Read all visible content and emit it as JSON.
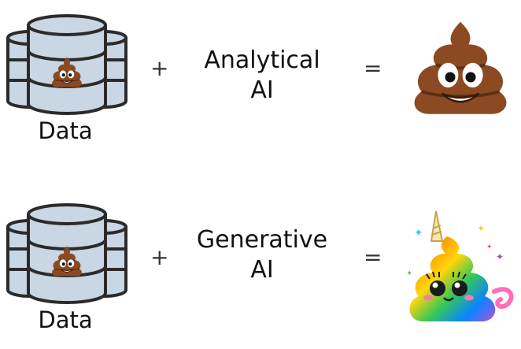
{
  "rows": [
    {
      "data_label": "Data",
      "plus": "+",
      "model_line1": "Analytical",
      "model_line2": "AI",
      "equals": "=",
      "result_icon": "poop-emoji-icon"
    },
    {
      "data_label": "Data",
      "plus": "+",
      "model_line1": "Generative",
      "model_line2": "AI",
      "equals": "=",
      "result_icon": "rainbow-unicorn-poop-icon"
    }
  ],
  "colors": {
    "db_fill": "#c9d6e3",
    "db_stroke": "#2b2b2b",
    "poop_brown": "#8b4a22"
  }
}
